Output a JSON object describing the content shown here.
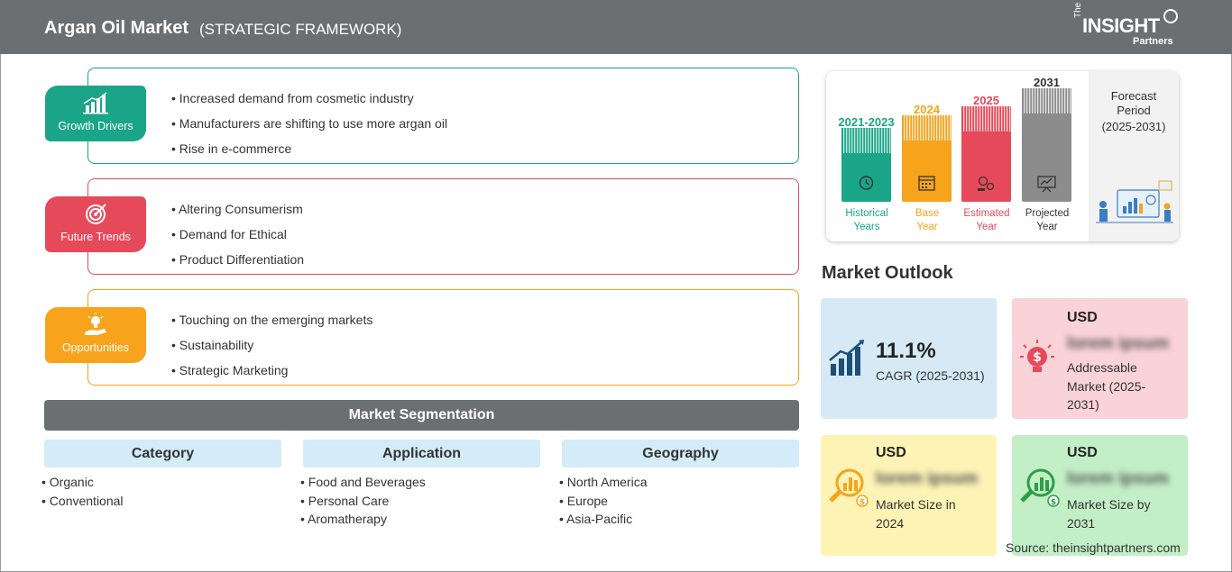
{
  "header": {
    "title": "Argan Oil Market",
    "subtitle": "(STRATEGIC FRAMEWORK)",
    "logo_the": "The",
    "logo_brand": "INSIGHT",
    "logo_partners": "Partners"
  },
  "factors": [
    {
      "label": "Growth Drivers",
      "color": "#1aa588",
      "items": [
        "Increased demand from cosmetic industry",
        "Manufacturers are shifting to use more argan oil",
        "Rise in e-commerce"
      ]
    },
    {
      "label": "Future Trends",
      "color": "#e64a5a",
      "items": [
        "Altering Consumerism",
        "Demand for Ethical",
        "Product Differentiation"
      ]
    },
    {
      "label": "Opportunities",
      "color": "#f7a31c",
      "items": [
        "Touching on the emerging markets",
        "Sustainability",
        "Strategic Marketing"
      ]
    }
  ],
  "segmentation": {
    "title": "Market Segmentation",
    "columns": [
      {
        "heading": "Category",
        "items": [
          "Organic",
          "Conventional"
        ]
      },
      {
        "heading": "Application",
        "items": [
          "Food and Beverages",
          "Personal Care",
          "Aromatherapy"
        ]
      },
      {
        "heading": "Geography",
        "items": [
          "North America",
          "Europe",
          "Asia-Pacific"
        ]
      }
    ]
  },
  "timeline": {
    "bars": [
      {
        "year": "2021-2023",
        "label_line1": "Historical",
        "label_line2": "Years",
        "color": "#1aa588",
        "icon": "clock-history-icon"
      },
      {
        "year": "2024",
        "label_line1": "Base",
        "label_line2": "Year",
        "color": "#f7a31c",
        "icon": "calendar-icon"
      },
      {
        "year": "2025",
        "label_line1": "Estimated",
        "label_line2": "Year",
        "color": "#e64a5a",
        "icon": "gears-icon"
      },
      {
        "year": "2031",
        "label_line1": "Projected",
        "label_line2": "Year",
        "color": "#8c8c8c",
        "icon": "presentation-chart-icon"
      }
    ],
    "forecast_title_1": "Forecast",
    "forecast_title_2": "Period",
    "forecast_years": "(2025-2031)"
  },
  "outlook": {
    "title": "Market Outlook",
    "cagr": {
      "value": "11.1%",
      "label": "CAGR (2025-2031)",
      "bg": "#d6eaf6"
    },
    "addressable": {
      "usd": "USD",
      "value": "lorem ipsum",
      "label_1": "Addressable",
      "label_2": "Market (2025-",
      "label_3": "2031)",
      "bg": "#f9d3d8"
    },
    "size2024": {
      "usd": "USD",
      "value": "lorem ipsum",
      "label_1": "Market Size in",
      "label_2": "2024",
      "bg": "#fdf3b4"
    },
    "size2031": {
      "usd": "USD",
      "value": "lorem ipsum",
      "label_1": "Market Size by",
      "label_2": "2031",
      "bg": "#c3efc7"
    }
  },
  "source": "Source: theinsightpartners.com"
}
